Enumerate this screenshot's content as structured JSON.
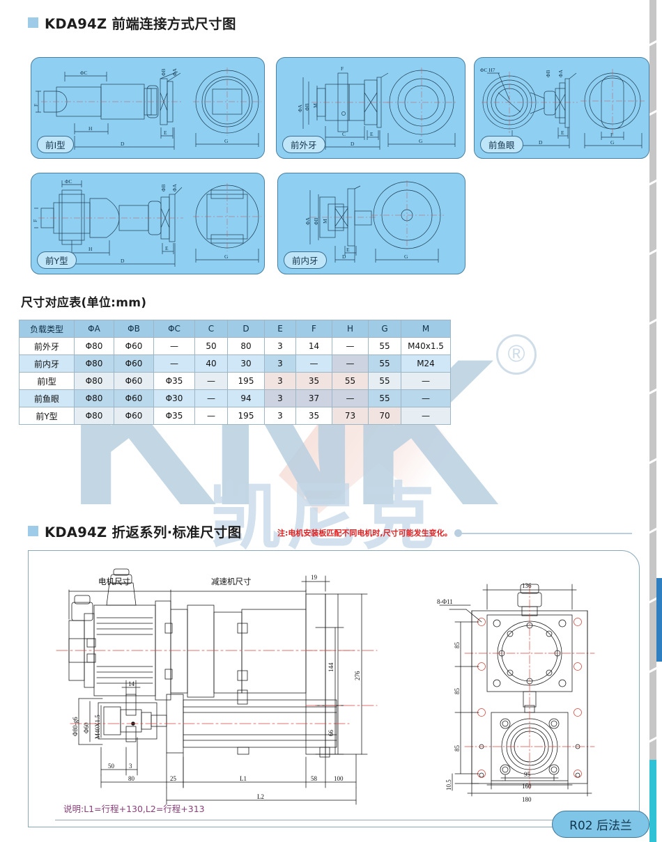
{
  "sections": [
    {
      "id": "front-connection",
      "bullet_color": "#9ecbe8",
      "title": "KDA94Z 前端连接方式尺寸图"
    },
    {
      "id": "standard-dimensions",
      "bullet_color": "#9ecbe8",
      "title": "KDA94Z 折返系列·标准尺寸图",
      "red_note": "注:电机安装板匹配不同电机时,尺寸可能发生变化。"
    }
  ],
  "panels": [
    {
      "label": "前I型",
      "dims": [
        "ΦC",
        "F",
        "H",
        "D",
        "E",
        "G",
        "ΦB",
        "ΦA"
      ]
    },
    {
      "label": "前外牙",
      "dims": [
        "F",
        "ΦB",
        "ΦA",
        "M",
        "C",
        "D",
        "E",
        "G"
      ]
    },
    {
      "label": "前鱼眼",
      "dims": [
        "ΦC H7",
        "ΦB",
        "ΦA",
        "D",
        "E",
        "F",
        "G"
      ]
    },
    {
      "label": "前Y型",
      "dims": [
        "ΦC",
        "F",
        "H",
        "D",
        "E",
        "G",
        "ΦB",
        "ΦA"
      ]
    },
    {
      "label": "前内牙",
      "dims": [
        "ΦA",
        "ΦB",
        "M",
        "D",
        "E",
        "G"
      ]
    }
  ],
  "table": {
    "caption": "尺寸对应表(单位:mm)",
    "headers": [
      "负载类型",
      "ΦA",
      "ΦB",
      "ΦC",
      "C",
      "D",
      "E",
      "F",
      "H",
      "G",
      "M"
    ],
    "rows": [
      {
        "cells": [
          "前外牙",
          "Φ80",
          "Φ60",
          "—",
          "50",
          "80",
          "3",
          "14",
          "—",
          "55",
          "M40x1.5"
        ]
      },
      {
        "cells": [
          "前内牙",
          "Φ80",
          "Φ60",
          "—",
          "40",
          "30",
          "3",
          "—",
          "—",
          "55",
          "M24"
        ]
      },
      {
        "cells": [
          "前I型",
          "Φ80",
          "Φ60",
          "Φ35",
          "—",
          "195",
          "3",
          "35",
          "55",
          "55",
          "—"
        ]
      },
      {
        "cells": [
          "前鱼眼",
          "Φ80",
          "Φ60",
          "Φ30",
          "—",
          "94",
          "3",
          "37",
          "—",
          "55",
          "—"
        ]
      },
      {
        "cells": [
          "前Y型",
          "Φ80",
          "Φ60",
          "Φ35",
          "—",
          "195",
          "3",
          "35",
          "73",
          "70",
          "—"
        ]
      }
    ]
  },
  "drawing": {
    "labels": {
      "motor_size": "电机尺寸",
      "reducer_size": "减速机尺寸"
    },
    "dimensions": {
      "top_right_19": "19",
      "overall_276": "276",
      "inner_144": "144",
      "inner_66": "66",
      "bottom_100": "100",
      "front_14": "14",
      "front_50": "50",
      "front_3": "3",
      "front_80": "80",
      "front_25": "25",
      "len_L1": "L1",
      "len_L2": "L2",
      "seg_58": "58",
      "shaft_phi80": "Φ80-g6",
      "shaft_phi60": "Φ60",
      "thread_m40": "M40X1.5",
      "rv_136": "136",
      "rv_holes": "8-Φ11",
      "rv_85_a": "85",
      "rv_85_b": "85",
      "rv_85_c": "85",
      "rv_10_5": "10.5",
      "rv_95": "95",
      "rv_160": "160",
      "rv_180": "180"
    },
    "description": "说明:L1=行程+130,L2=行程+313",
    "stamp": "R02 后法兰"
  },
  "watermark": {
    "brand": "KNK",
    "registered": "®",
    "brand_cn": "凯尼克",
    "color": "#b9cfe0"
  }
}
